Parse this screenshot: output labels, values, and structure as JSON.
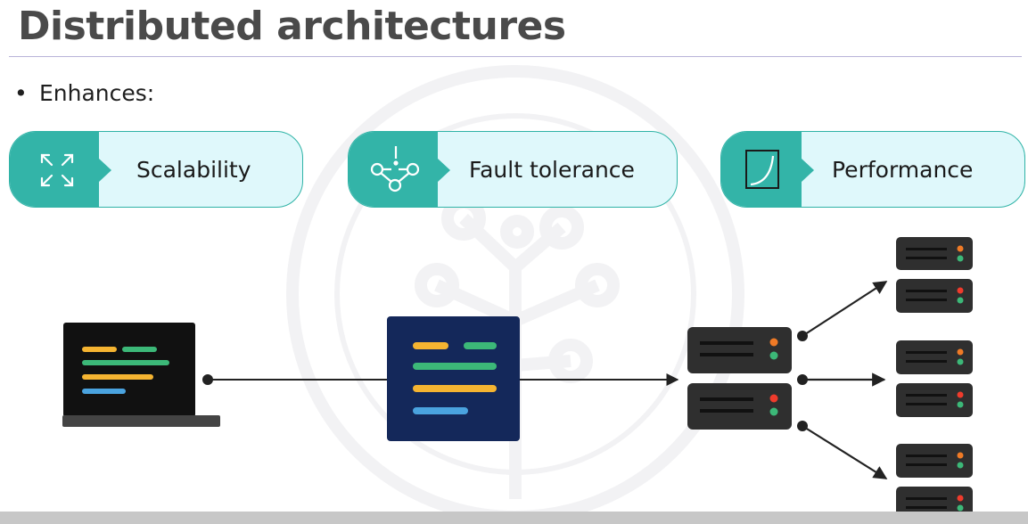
{
  "slide": {
    "title": "Distributed architectures",
    "bullet": "Enhances:"
  },
  "benefits": [
    {
      "label": "Scalability",
      "icon": "expand-arrows-icon"
    },
    {
      "label": "Fault tolerance",
      "icon": "network-alert-icon"
    },
    {
      "label": "Performance",
      "icon": "performance-curve-icon"
    }
  ],
  "colors": {
    "accent": "#33b4a8",
    "pill_fill": "#dff8fb",
    "title": "#4a4a4a",
    "app_panel": "#14285a",
    "server": "#2f2f2f",
    "code_orange": "#f5b431",
    "code_green": "#3cb878",
    "code_blue": "#4aa3df"
  },
  "diagram": {
    "nodes": [
      "client-laptop",
      "application",
      "server-cluster"
    ],
    "replicated_groups": 3,
    "watermark": "tree-logo-watermark"
  }
}
